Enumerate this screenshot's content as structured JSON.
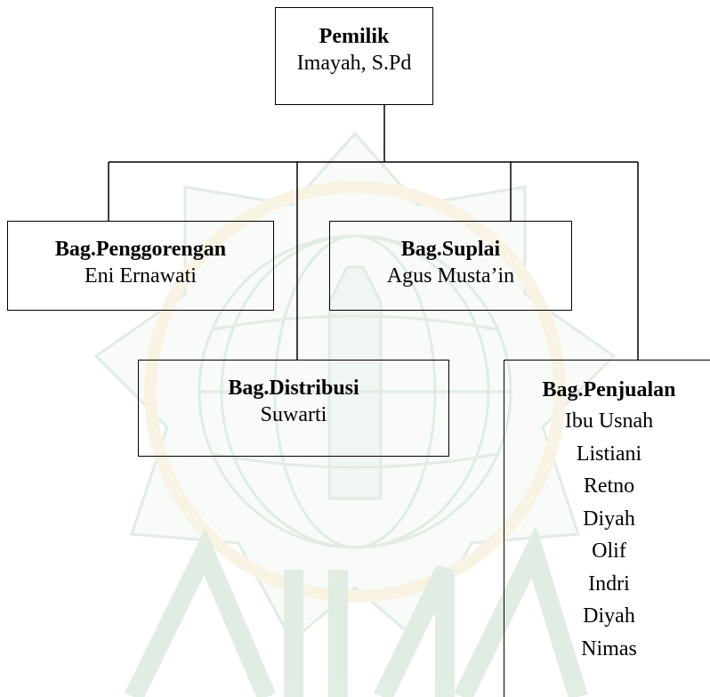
{
  "colors": {
    "line": "#000000",
    "watermark_green": "#5f9a67",
    "watermark_gold": "#e2c36f"
  },
  "watermark": {
    "description_icon": "iain-emblem-watermark"
  },
  "org_chart": {
    "owner": {
      "title": "Pemilik",
      "name": "Imayah, S.Pd"
    },
    "frying": {
      "title": "Bag.Penggorengan",
      "name": "Eni Ernawati"
    },
    "supply": {
      "title": "Bag.Suplai",
      "name": "Agus Musta’in"
    },
    "distribution": {
      "title": "Bag.Distribusi",
      "name": "Suwarti"
    },
    "sales": {
      "title": "Bag.Penjualan",
      "members": [
        "Ibu Usnah",
        "Listiani",
        "Retno",
        "Diyah",
        "Olif",
        "Indri",
        "Diyah",
        "Nimas"
      ]
    }
  }
}
